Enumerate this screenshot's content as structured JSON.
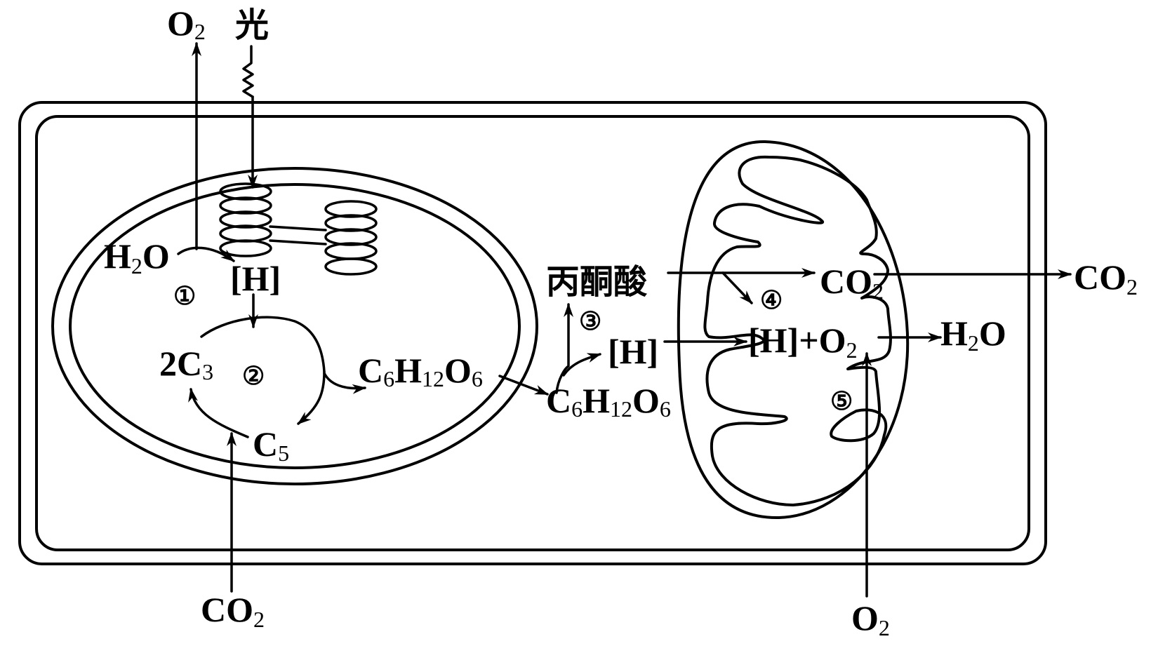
{
  "diagram": {
    "title": "Photosynthesis and respiration in a plant cell",
    "colors": {
      "ink": "#000000",
      "background": "#ffffff"
    },
    "labels": {
      "top_o2": {
        "base": "O",
        "sub": "2"
      },
      "light": "光",
      "chloro_h2o": {
        "base1": "H",
        "sub": "2",
        "base2": "O"
      },
      "chloro_h": "[H]",
      "c3": {
        "pre": "2C",
        "sub": "3"
      },
      "c5": {
        "base": "C",
        "sub": "5"
      },
      "chloro_glucose": {
        "c": "C",
        "s6": "6",
        "h": "H",
        "s12": "12",
        "o": "O",
        "s6b": "6"
      },
      "cyto_glucose": {
        "c": "C",
        "s6": "6",
        "h": "H",
        "s12": "12",
        "o": "O",
        "s6b": "6"
      },
      "pyruvate": "丙酮酸",
      "cyto_h": "[H]",
      "mito_co2": {
        "base": "CO",
        "sub": "2"
      },
      "mito_h_o2": {
        "pre": "[H]+O",
        "sub": "2"
      },
      "mito_h2o": {
        "base1": "H",
        "sub": "2",
        "base2": "O"
      },
      "out_co2": {
        "base": "CO",
        "sub": "2"
      },
      "bottom_co2": {
        "base": "CO",
        "sub": "2"
      },
      "bottom_o2": {
        "base": "O",
        "sub": "2"
      }
    },
    "steps": [
      "①",
      "②",
      "③",
      "④",
      "⑤"
    ]
  }
}
